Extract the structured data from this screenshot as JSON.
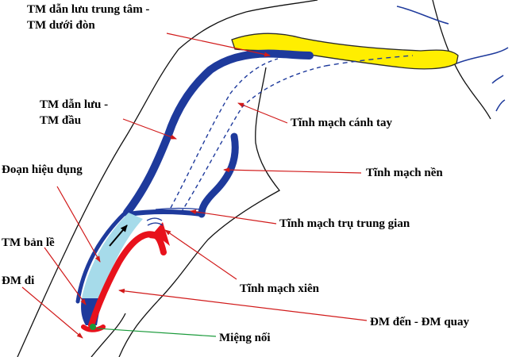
{
  "labels": {
    "central_drain_line1": "TM dẫn lưu trung tâm -",
    "central_drain_line2": "TM dưới đòn",
    "peripheral_drain_line1": "TM dẫn lưu -",
    "peripheral_drain_line2": "TM đầu",
    "brachial_vein": "Tĩnh mạch cánh tay",
    "basilic_vein": "Tĩnh mạch nền",
    "effective_segment": "Đoạn hiệu dụng",
    "median_cubital_vein": "Tĩnh mạch trụ trung gian",
    "hinge_vein": "TM bản lề",
    "outgoing_artery": "ĐM đi",
    "perforating_vein": "Tĩnh mạch xiên",
    "incoming_artery": "ĐM đến - ĐM quay",
    "anastomosis": "Miệng nối"
  },
  "colors": {
    "cephalic_vein": "#1e3a9c",
    "effective_segment": "#a6dbea",
    "artery": "#e8121c",
    "clavicle": "#ffee00",
    "leader_line": "#d11a1a",
    "anastomosis_line": "#1a9a3a",
    "outline": "#111111"
  }
}
